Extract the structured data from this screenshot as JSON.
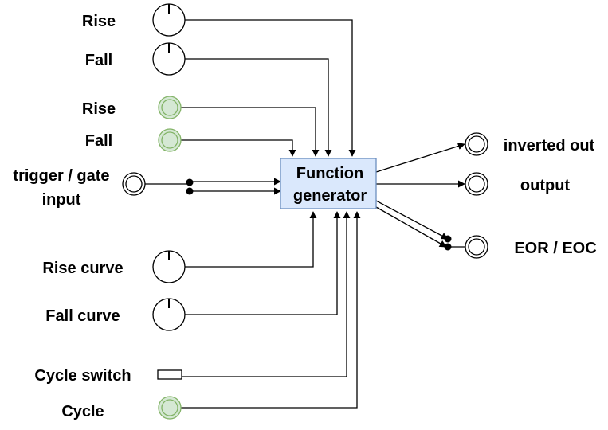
{
  "labels": {
    "rise_knob": "Rise",
    "fall_knob": "Fall",
    "rise_cv": "Rise",
    "fall_cv": "Fall",
    "trigger_line1": "trigger / gate",
    "trigger_line2": "input",
    "rise_curve": "Rise curve",
    "fall_curve": "Fall curve",
    "cycle_switch": "Cycle switch",
    "cycle": "Cycle",
    "inverted_out": "inverted out",
    "output": "output",
    "eor_eoc": "EOR / EOC",
    "fg_line1": "Function",
    "fg_line2": "generator"
  },
  "colors": {
    "block_fill": "#dae8fc",
    "block_stroke": "#6c8ebf",
    "cv_jack_fill": "#d5e8d4",
    "cv_jack_stroke": "#82b366",
    "line": "#000000"
  }
}
